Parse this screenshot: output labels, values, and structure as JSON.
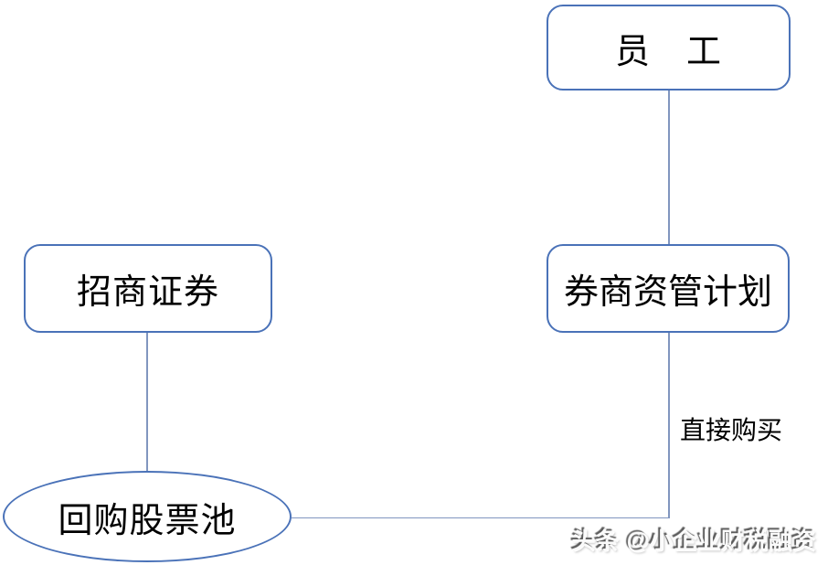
{
  "diagram": {
    "nodes": {
      "employee": {
        "label": "员　工",
        "shape": "rounded-rect"
      },
      "china_merchants_securities": {
        "label": "招商证券",
        "shape": "rounded-rect"
      },
      "broker_asset_mgmt_plan": {
        "label": "券商资管计划",
        "shape": "rounded-rect"
      },
      "buyback_stock_pool": {
        "label": "回购股票池",
        "shape": "ellipse"
      }
    },
    "edges": [
      {
        "from": "employee",
        "to": "broker_asset_mgmt_plan",
        "label": ""
      },
      {
        "from": "china_merchants_securities",
        "to": "buyback_stock_pool",
        "label": ""
      },
      {
        "from": "broker_asset_mgmt_plan",
        "to": "buyback_stock_pool",
        "label": "直接购买"
      }
    ],
    "colors": {
      "node-border": "#4a72b8",
      "connector": "#8196bf",
      "text": "#000000"
    }
  },
  "watermark": {
    "text": "头条 @小企业财税融资"
  }
}
